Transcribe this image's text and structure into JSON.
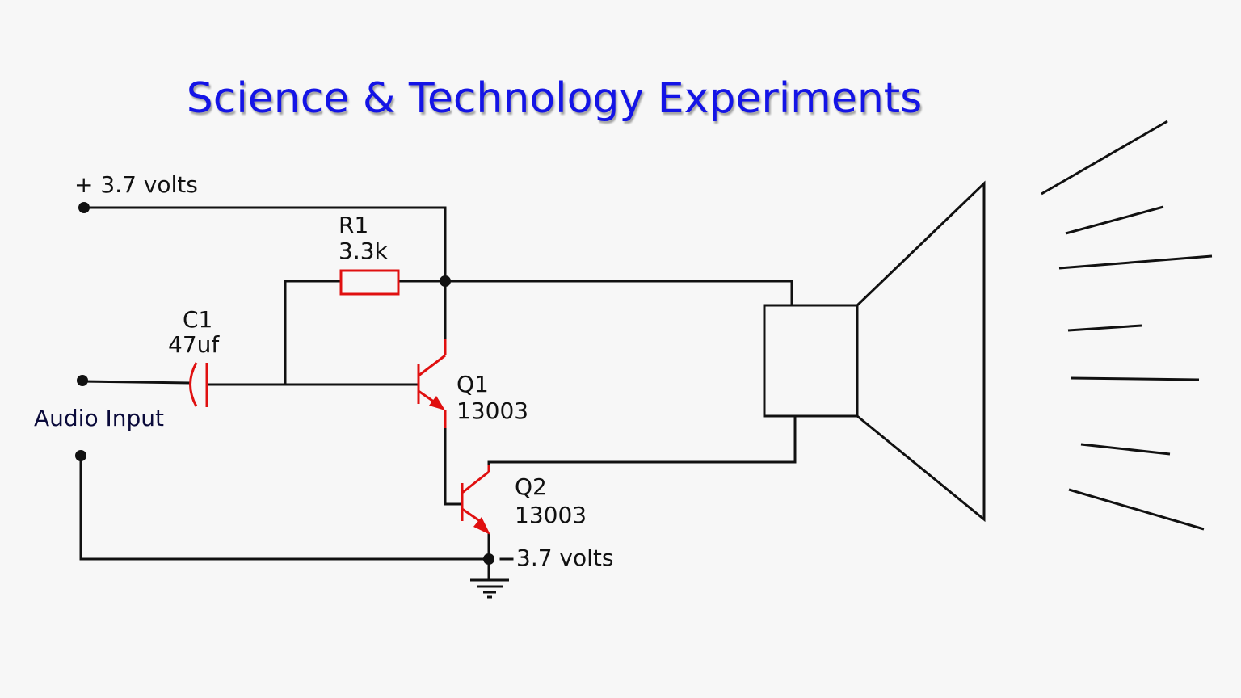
{
  "title": "Science & Technology Experiments",
  "labels": {
    "vplus": "+ 3.7 volts",
    "vminus": "- 3.7 volts",
    "audio_input": "Audio Input"
  },
  "components": {
    "r1": {
      "name": "R1",
      "value": "3.3k"
    },
    "c1": {
      "name": "C1",
      "value": "47uf"
    },
    "q1": {
      "name": "Q1",
      "value": "13003"
    },
    "q2": {
      "name": "Q2",
      "value": "13003"
    }
  },
  "colors": {
    "title": "#1414e6",
    "wire": "#111111",
    "component": "#e01010",
    "background": "#f7f7f7"
  }
}
